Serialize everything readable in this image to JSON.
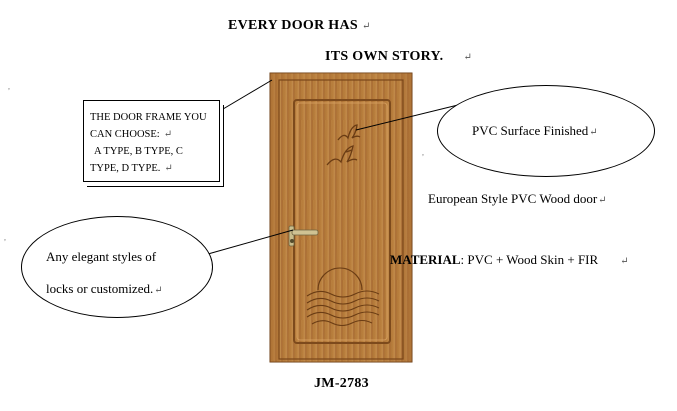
{
  "heading": {
    "line1": "EVERY DOOR HAS",
    "line2": "ITS OWN STORY."
  },
  "frame_box": {
    "line1": "THE DOOR FRAME YOU",
    "line2": "CAN CHOOSE:",
    "line3": "A  TYPE,  B  TYPE,  C",
    "line4": "TYPE, D TYPE."
  },
  "surface_callout": "PVC Surface Finished",
  "locks_callout": {
    "line1": "Any  elegant  styles  of",
    "line2": "locks or customized."
  },
  "door_style": "European Style PVC Wood door",
  "material": {
    "label": "MATERIAL",
    "value": ": PVC + Wood Skin + FIR"
  },
  "model": "JM-2783",
  "symbols": {
    "return_mark": "↵",
    "small_mark": "·",
    "stray": ","
  },
  "colors": {
    "door_wood": "#b67c40",
    "door_wood_dark": "#8a5424",
    "handle": "#b8ab7d"
  },
  "icons": {
    "birds": "birds-carving-icon",
    "waves": "waves-carving-icon",
    "handle": "door-handle-icon"
  }
}
